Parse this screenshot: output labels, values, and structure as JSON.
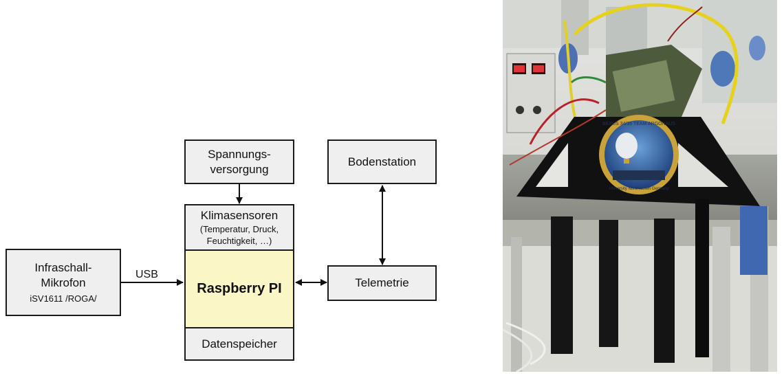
{
  "diagram": {
    "power_supply": {
      "line1": "Spannungs-",
      "line2": "versorgung"
    },
    "ground_station": "Bodenstation",
    "climate_sensors": {
      "title": "Klimasensoren",
      "detail_line1": "(Temperatur, Druck,",
      "detail_line2": "Feuchtigkeit, …)"
    },
    "infrasound_mic": {
      "line1": "Infraschall-",
      "line2": "Mikrofon",
      "model": "iSV1611 /ROGA/"
    },
    "usb_label": "USB",
    "raspberry_pi": "Raspberry PI",
    "telemetry": "Telemetrie",
    "data_storage": "Datenspeicher"
  },
  "photo": {
    "badge_text_top": "BEXUS 34/35 TEAM ARGONAUS",
    "badge_text_bottom": "University Nordhausen Germany"
  }
}
